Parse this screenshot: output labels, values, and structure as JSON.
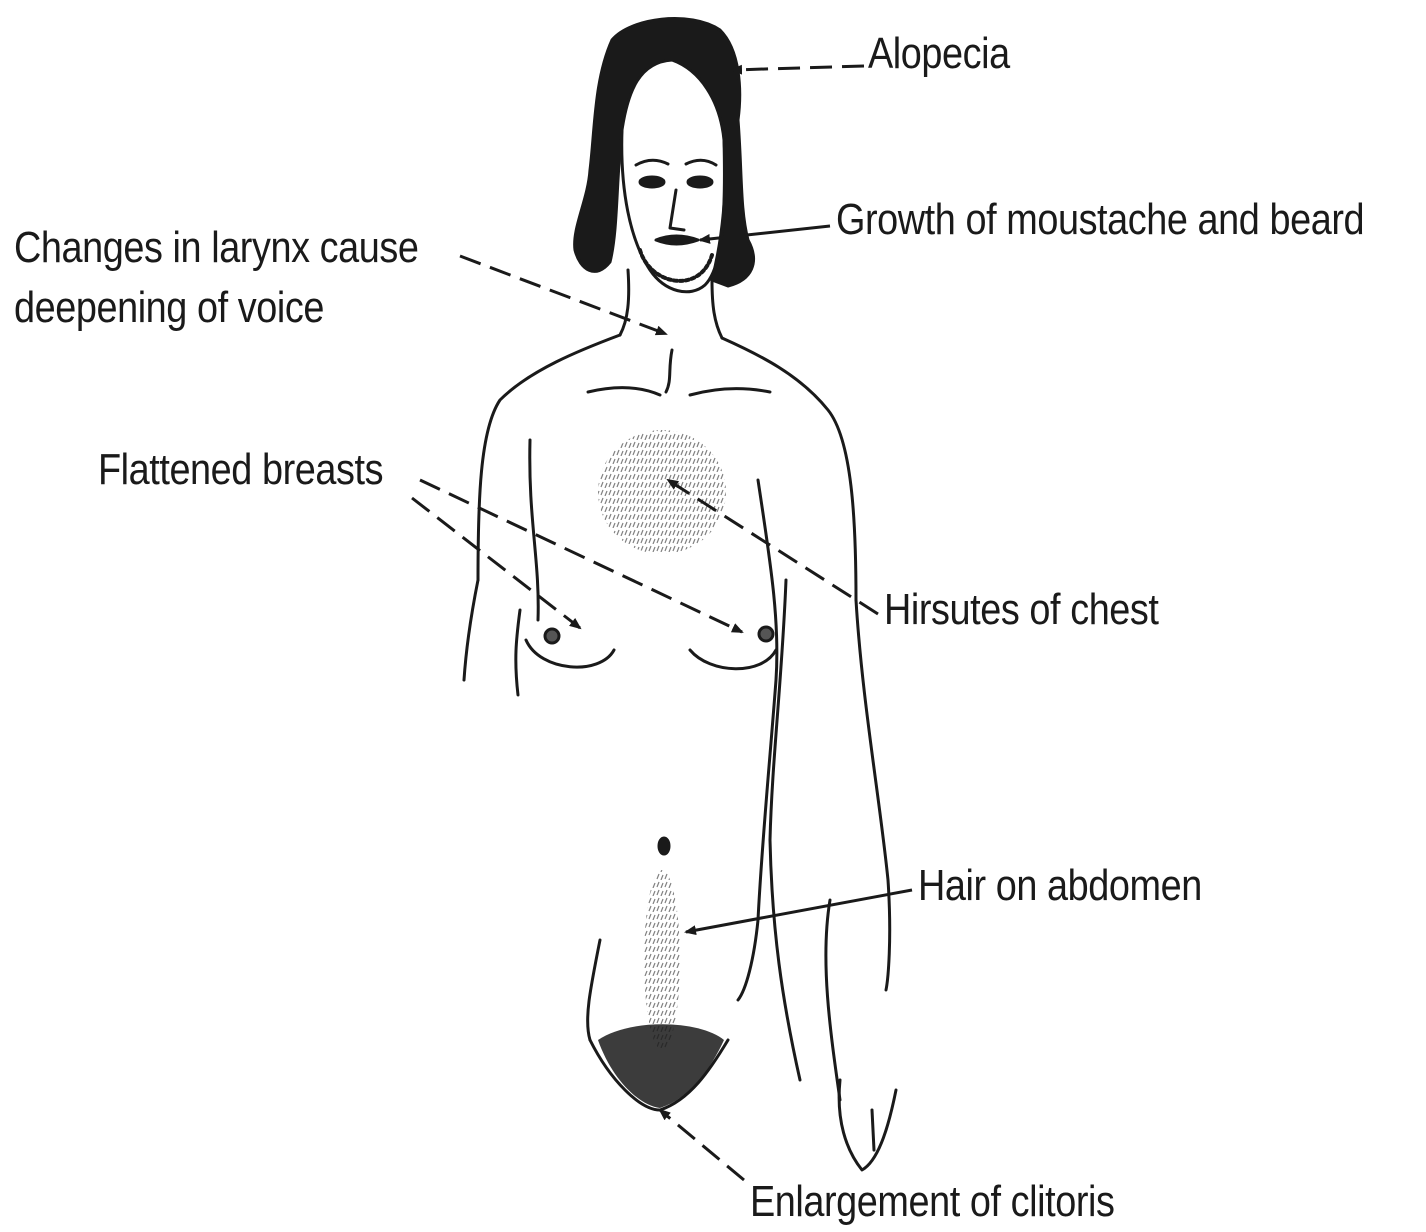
{
  "labels": {
    "alopecia": "Alopecia",
    "moustache": "Growth of moustache and beard",
    "larynx_line1": "Changes in larynx cause",
    "larynx_line2": "deepening of voice",
    "breasts": "Flattened breasts",
    "chest": "Hirsutes of chest",
    "abdomen": "Hair on abdomen",
    "clitoris": "Enlargement of clitoris"
  },
  "colors": {
    "ink": "#1a1a1a",
    "background": "#ffffff"
  }
}
